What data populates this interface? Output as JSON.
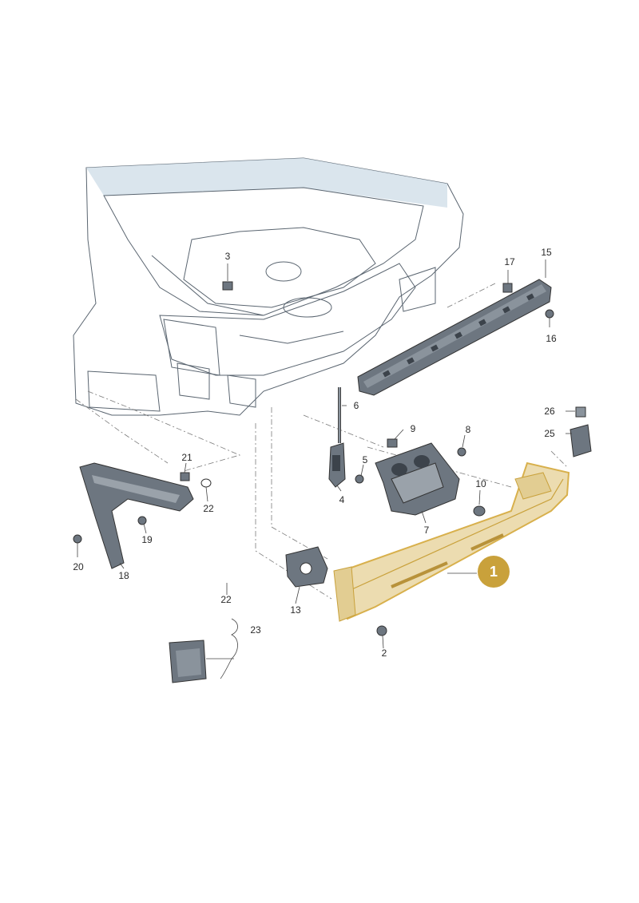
{
  "callouts": {
    "c1": "1",
    "c2": "2",
    "c3": "3",
    "c4": "4",
    "c5": "5",
    "c6": "6",
    "c7": "7",
    "c8": "8",
    "c9": "9",
    "c10": "10",
    "c13": "13",
    "c15": "15",
    "c16": "16",
    "c17": "17",
    "c18": "18",
    "c19": "19",
    "c20": "20",
    "c21": "21",
    "c22a": "22",
    "c22b": "22",
    "c23": "23",
    "c25": "25",
    "c26": "26"
  },
  "colors": {
    "highlight": "#d8b04c",
    "highlight_fill": "#ecdcb0",
    "badge": "#c9a13b",
    "part_fill": "#6d7680",
    "part_dark": "#3c434b",
    "body_fill": "#e9eef3",
    "body_shadow": "#c9d6e0"
  }
}
